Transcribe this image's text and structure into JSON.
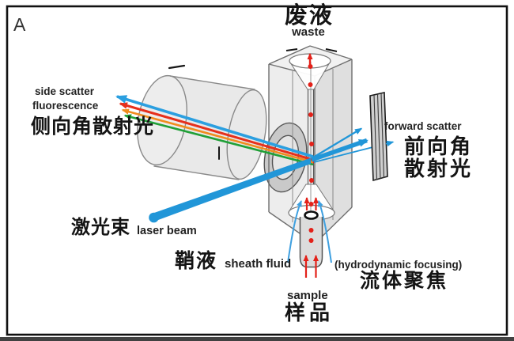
{
  "figure": {
    "letter": "A"
  },
  "labels": {
    "waste_cn": "废液",
    "waste_en": "waste",
    "side_scatter_en": "side scatter",
    "fluorescence_en": "fluorescence",
    "side_scatter_cn": "侧向角散射光",
    "forward_scatter_en": "forward scatter",
    "forward_scatter_cn_line1": "前向角",
    "forward_scatter_cn_line2": "散射光",
    "laser_cn": "激光束",
    "laser_en": "laser beam",
    "sheath_cn": "鞘液",
    "sheath_en": "sheath fluid",
    "hydro_en": "(hydrodynamic focusing)",
    "hydro_cn": "流体聚焦",
    "sample_en": "sample",
    "sample_cn": "样品"
  },
  "colors": {
    "laser_blue": "#2196d8",
    "scatter_blue": "#2b9fe0",
    "scatter_red": "#e6301c",
    "scatter_orange": "#f08c1e",
    "scatter_green": "#21a038",
    "particle_red": "#e32119",
    "sheath_blue": "#3fa0e0",
    "structure_gray": "#e8e8e8",
    "frame_black": "#111111"
  }
}
